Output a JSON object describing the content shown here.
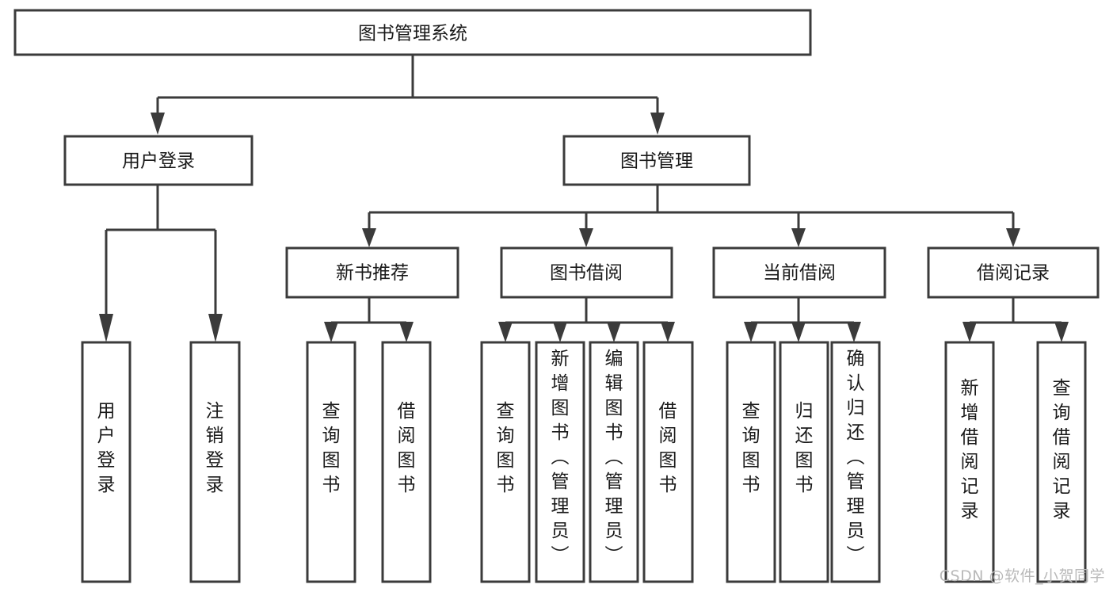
{
  "diagram": {
    "type": "tree-hierarchy-flowchart",
    "title": "图书管理系统",
    "orientation": "top-down",
    "style": {
      "box_fill": "#ffffff",
      "box_stroke": "#3b3b3b",
      "line_color": "#3b3b3b",
      "text_color": "#1a1a1a",
      "background": "#ffffff"
    },
    "levels": [
      {
        "level": 1,
        "nodes": [
          {
            "id": "root",
            "label": "图书管理系统",
            "orientation": "horizontal"
          }
        ]
      },
      {
        "level": 2,
        "nodes": [
          {
            "id": "login",
            "label": "用户登录",
            "orientation": "horizontal",
            "parent": "root"
          },
          {
            "id": "bookmgmt",
            "label": "图书管理",
            "orientation": "horizontal",
            "parent": "root"
          }
        ]
      },
      {
        "level": 3,
        "nodes": [
          {
            "id": "newbook",
            "label": "新书推荐",
            "orientation": "horizontal",
            "parent": "bookmgmt"
          },
          {
            "id": "borrow",
            "label": "图书借阅",
            "orientation": "horizontal",
            "parent": "bookmgmt"
          },
          {
            "id": "current",
            "label": "当前借阅",
            "orientation": "horizontal",
            "parent": "bookmgmt"
          },
          {
            "id": "records",
            "label": "借阅记录",
            "orientation": "horizontal",
            "parent": "bookmgmt"
          }
        ]
      },
      {
        "level": 4,
        "nodes": [
          {
            "id": "leaf1",
            "label": "用户登录",
            "orientation": "vertical",
            "parent": "login"
          },
          {
            "id": "leaf2",
            "label": "注销登录",
            "orientation": "vertical",
            "parent": "login"
          },
          {
            "id": "leaf3",
            "label": "查询图书",
            "orientation": "vertical",
            "parent": "newbook"
          },
          {
            "id": "leaf4",
            "label": "借阅图书",
            "orientation": "vertical",
            "parent": "newbook"
          },
          {
            "id": "leaf5",
            "label": "查询图书",
            "orientation": "vertical",
            "parent": "borrow"
          },
          {
            "id": "leaf6",
            "label": "新增图书（管理员）",
            "orientation": "vertical",
            "parent": "borrow"
          },
          {
            "id": "leaf7",
            "label": "编辑图书（管理员）",
            "orientation": "vertical",
            "parent": "borrow"
          },
          {
            "id": "leaf8",
            "label": "借阅图书",
            "orientation": "vertical",
            "parent": "borrow"
          },
          {
            "id": "leaf9",
            "label": "查询图书",
            "orientation": "vertical",
            "parent": "current"
          },
          {
            "id": "leaf10",
            "label": "归还图书",
            "orientation": "vertical",
            "parent": "current"
          },
          {
            "id": "leaf11",
            "label": "确认归还（管理员）",
            "orientation": "vertical",
            "parent": "current"
          },
          {
            "id": "leaf12",
            "label": "新增借阅记录",
            "orientation": "vertical",
            "parent": "records"
          },
          {
            "id": "leaf13",
            "label": "查询借阅记录",
            "orientation": "vertical",
            "parent": "records"
          }
        ]
      }
    ]
  },
  "watermark": {
    "text": "CSDN @软件_小贺同学"
  }
}
